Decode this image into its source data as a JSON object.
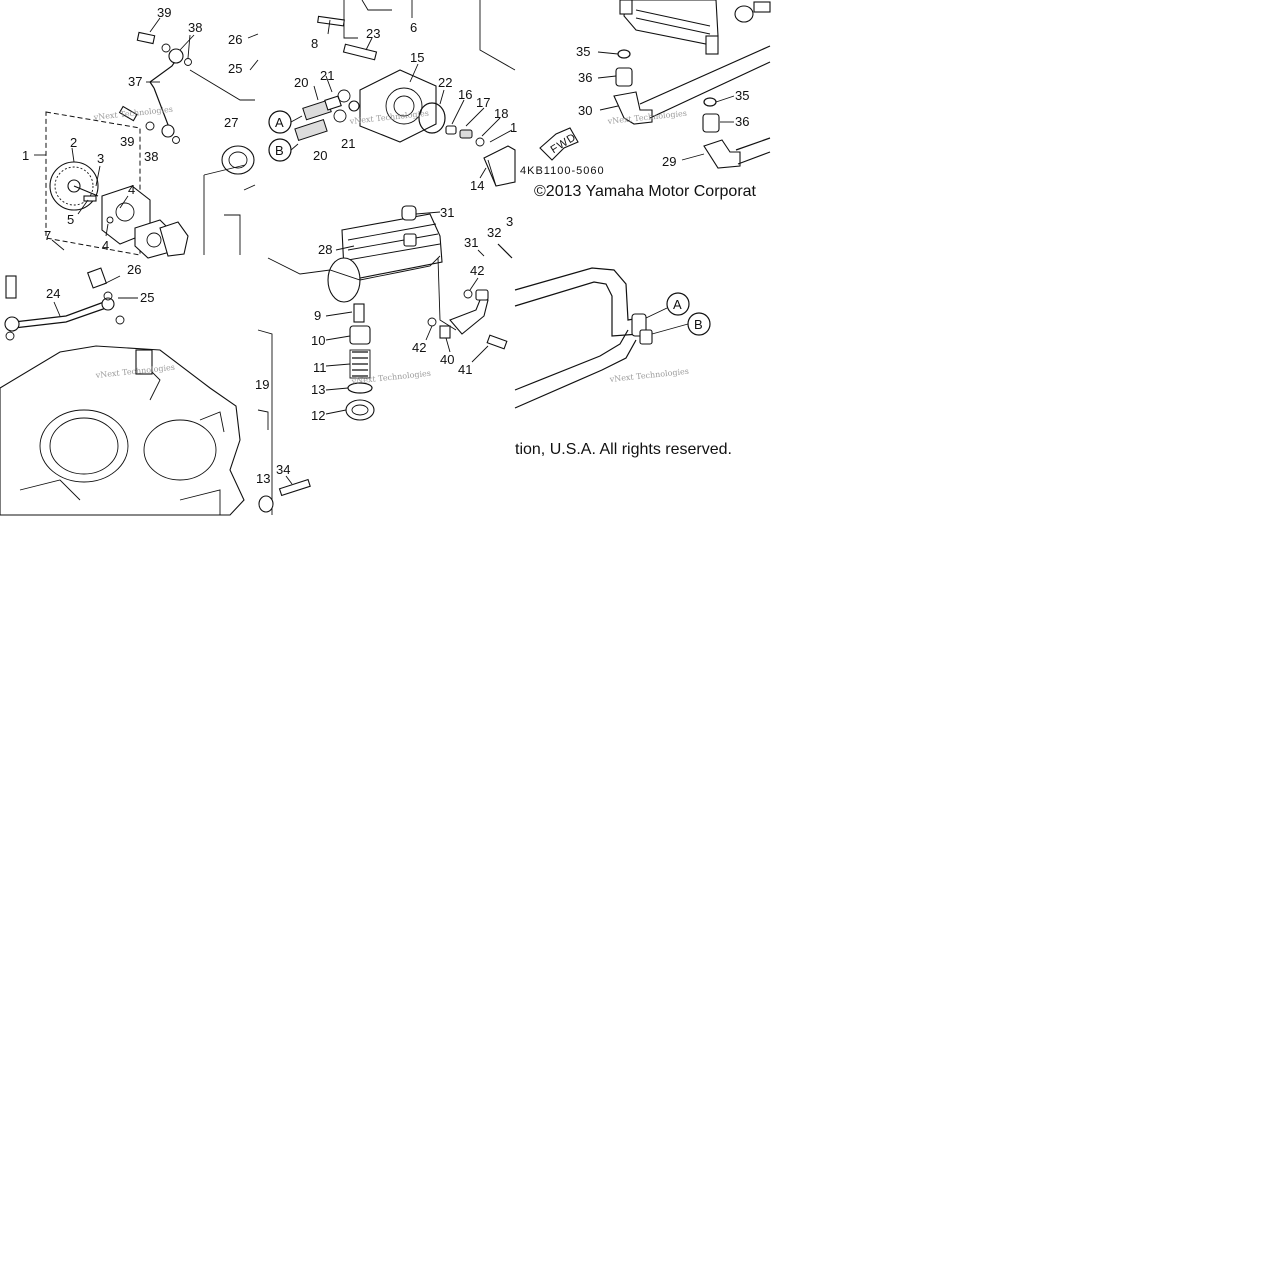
{
  "diagram": {
    "callouts": {
      "c39a": "39",
      "c38a": "38",
      "c26a": "26",
      "c25a": "25",
      "c37": "37",
      "c39b": "39",
      "c38b": "38",
      "c27": "27",
      "c1": "1",
      "c2": "2",
      "c3": "3",
      "c4a": "4",
      "c5": "5",
      "c4b": "4",
      "c7": "7",
      "c8": "8",
      "c6": "6",
      "c23": "23",
      "c15": "15",
      "c20a": "20",
      "c21a": "21",
      "c22": "22",
      "c16": "16",
      "c17": "17",
      "c18": "18",
      "c1b": "1",
      "c21b": "21",
      "c20b": "20",
      "c14": "14",
      "c35a": "35",
      "c36a": "36",
      "c30": "30",
      "c35b": "35",
      "c36b": "36",
      "c29": "29",
      "c31a": "31",
      "c3b": "3",
      "c31b": "31",
      "c32": "32",
      "c28": "28",
      "c42a": "42",
      "c9": "9",
      "c10": "10",
      "c11": "11",
      "c13a": "13",
      "c12": "12",
      "c42b": "42",
      "c40": "40",
      "c41": "41",
      "c26b": "26",
      "c24": "24",
      "c25b": "25",
      "c19": "19",
      "c34": "34",
      "c13b": "13"
    },
    "markers": {
      "a1": "A",
      "b1": "B",
      "a2": "A",
      "b2": "B"
    },
    "fwd_label": "FWD",
    "part_code": "4KB1100-5060",
    "copyright_top": "©2013 Yamaha Motor Corporat",
    "copyright_bottom": "tion, U.S.A. All rights reserved.",
    "watermark": "vNext Technologies"
  }
}
